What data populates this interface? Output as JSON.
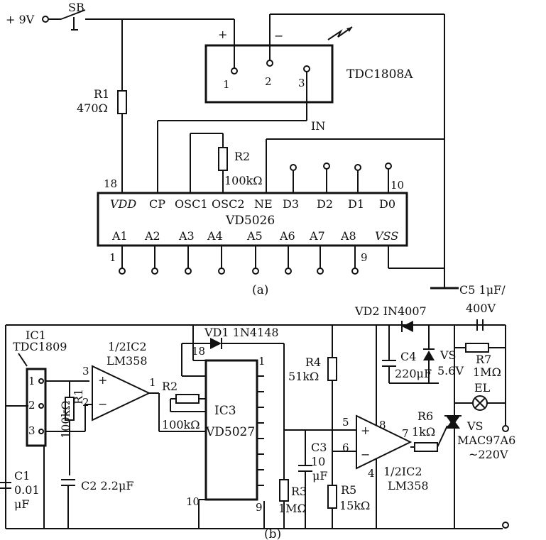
{
  "a": {
    "supply": "+ 9V",
    "switch": "SB",
    "r1": {
      "name": "R1",
      "value": "470Ω"
    },
    "tdc": {
      "name": "TDC1808A",
      "plus": "+",
      "minus": "−",
      "p1": "1",
      "p2": "2",
      "p3": "3"
    },
    "in_label": "IN",
    "r2": {
      "name": "R2",
      "value": "100kΩ"
    },
    "vd5026": {
      "name": "VD5026",
      "top_pins": [
        "VDD",
        "CP",
        "OSC1",
        "OSC2",
        "NE",
        "D3",
        "D2",
        "D1",
        "D0"
      ],
      "bottom_pins": [
        "A1",
        "A2",
        "A3",
        "A4",
        "A5",
        "A6",
        "A7",
        "A8",
        "VSS"
      ],
      "pin18": "18",
      "pin10": "10",
      "pin1": "1",
      "pin9": "9"
    },
    "c5": "C5 1μF/",
    "c5_voltage": "400V",
    "caption": "(a)"
  },
  "b": {
    "ic1": {
      "name": "IC1",
      "part": "TDC1809",
      "p1": "1",
      "p2": "2",
      "p3": "3"
    },
    "r1": {
      "name": "R1",
      "value": "100kΩ"
    },
    "c1": {
      "name": "C1",
      "value": "0.01",
      "unit": "μF"
    },
    "c2": "C2 2.2μF",
    "ic2a": {
      "name": "1/2IC2",
      "part": "LM358",
      "p3": "3",
      "p2": "2",
      "p1": "1"
    },
    "r2": {
      "name": "R2",
      "value": "100kΩ"
    },
    "vd1": "VD1 1N4148",
    "ic3": {
      "name": "IC3",
      "part": "VD5027",
      "p18": "18",
      "p1": "1",
      "p10": "10",
      "p9": "9"
    },
    "r3": {
      "name": "R3",
      "value": "1MΩ"
    },
    "r4": {
      "name": "R4",
      "value": "51kΩ"
    },
    "c3": {
      "name": "C3",
      "value": "10",
      "unit": "μF"
    },
    "r5": {
      "name": "R5",
      "value": "15kΩ"
    },
    "vd2": "VD2 IN4007",
    "c4": {
      "name": "C4",
      "value": "220μF"
    },
    "vs_zener": {
      "name": "VS",
      "value": "5.6V"
    },
    "r7": {
      "name": "R7",
      "value": "1MΩ"
    },
    "ic2b": {
      "name": "1/2IC2",
      "part": "LM358",
      "p5": "5",
      "p6": "6",
      "p8": "8",
      "p4": "4",
      "p7": "7"
    },
    "r6": {
      "name": "R6",
      "value": "1kΩ"
    },
    "el": "EL",
    "triac": {
      "name": "VS",
      "part": "MAC97A6"
    },
    "mains": "~220V",
    "caption": "(b)"
  }
}
